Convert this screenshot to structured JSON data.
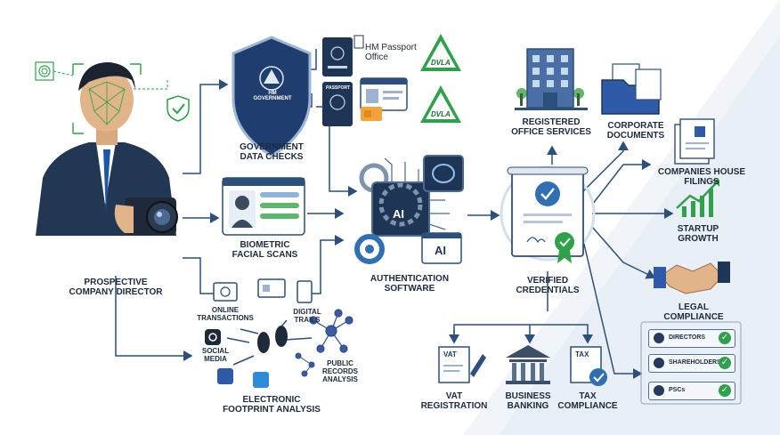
{
  "labels": {
    "director": [
      "PROSPECTIVE",
      "COMPANY DIRECTOR"
    ],
    "gov_checks": [
      "GOVERNMENT",
      "DATA CHECKS"
    ],
    "biometric": [
      "BIOMETRIC",
      "FACIAL SCANS"
    ],
    "auth": [
      "AUTHENTICATION",
      "SOFTWARE"
    ],
    "footprint": [
      "ELECTRONIC",
      "FOOTPRINT ANALYSIS"
    ],
    "online": [
      "ONLINE",
      "TRANSACTIONS"
    ],
    "digital": [
      "DIGITAL",
      "TRAILS"
    ],
    "social": [
      "SOCIAL",
      "MEDIA"
    ],
    "public_records": [
      "PUBLIC",
      "RECORDS",
      "ANALYSIS"
    ],
    "registered": [
      "REGISTERED",
      "OFFICE SERVICES"
    ],
    "corporate": [
      "CORPORATE",
      "DOCUMENTS"
    ],
    "companies_house": [
      "COMPANIES HOUSE",
      "FILINGS"
    ],
    "startup": [
      "STARTUP",
      "GROWTH"
    ],
    "legal": [
      "LEGAL",
      "COMPLIANCE"
    ],
    "verified": [
      "VERIFIED",
      "CREDENTIALS"
    ],
    "vat": [
      "VAT",
      "REGISTRATION"
    ],
    "banking": [
      "BUSINESS",
      "BANKING"
    ],
    "tax": [
      "TAX",
      "COMPLIANCE"
    ]
  },
  "shield_text": "HM GOVERNMENT",
  "hm_passport": [
    "HM Passport",
    "Office"
  ],
  "dvla": "DVLA",
  "passport_text": "PASSPORT",
  "ai_text": "AI",
  "vat_doc": "VAT",
  "tax_doc": "TAX",
  "compliance_items": [
    {
      "label": "DIRECTORS"
    },
    {
      "label": "SHAREHOLDERS"
    },
    {
      "label": "PSCs"
    }
  ],
  "check_mark": "✓",
  "colors": {
    "navy": "#1f3556",
    "blue": "#2f6fb3",
    "green": "#2fa14a",
    "arrow": "#2d4f7c"
  }
}
